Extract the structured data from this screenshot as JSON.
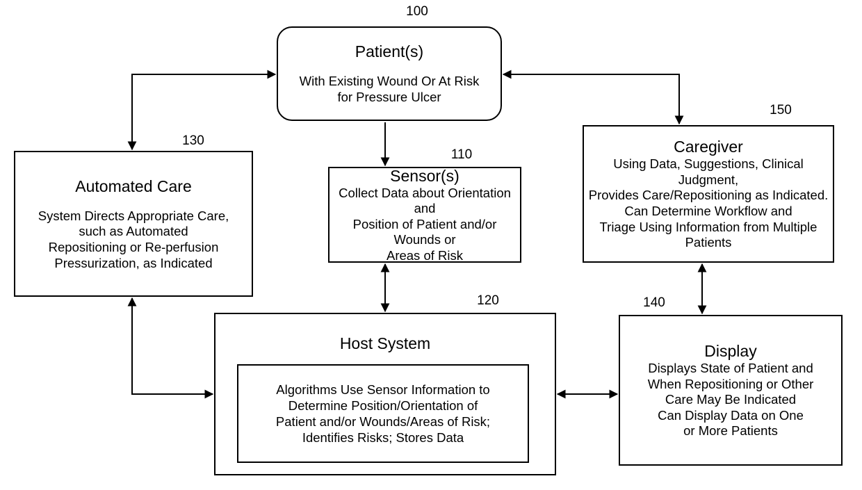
{
  "diagram": {
    "type": "patent-flow-diagram",
    "background_color": "#ffffff",
    "line_color": "#000000",
    "nodes": [
      {
        "ref": "100",
        "name": "patient",
        "title": "Patient(s)",
        "body": "With Existing Wound Or At Risk\nfor Pressure Ulcer",
        "shape": "rounded-rectangle"
      },
      {
        "ref": "110",
        "name": "sensor",
        "title": "Sensor(s)",
        "body": "Collect Data about Orientation and\nPosition of Patient and/or Wounds or\nAreas of Risk",
        "shape": "rectangle"
      },
      {
        "ref": "120",
        "name": "host-system",
        "title": "Host System",
        "body": "",
        "shape": "rectangle",
        "inner": {
          "name": "algorithms",
          "body": "Algorithms Use Sensor Information to\nDetermine Position/Orientation of\nPatient and/or Wounds/Areas of Risk;\nIdentifies Risks; Stores Data"
        }
      },
      {
        "ref": "130",
        "name": "automated-care",
        "title": "Automated Care",
        "body": "System Directs Appropriate Care,\nsuch as Automated\nRepositioning or Re-perfusion\nPressurization, as Indicated",
        "shape": "rectangle"
      },
      {
        "ref": "140",
        "name": "display",
        "title": "Display",
        "body": "Displays  State of Patient and\nWhen Repositioning or Other\nCare May Be Indicated\nCan Display Data on One\nor More Patients",
        "shape": "rectangle"
      },
      {
        "ref": "150",
        "name": "caregiver",
        "title": "Caregiver",
        "body": "Using Data, Suggestions, Clinical Judgment,\nProvides Care/Repositioning as Indicated.\nCan Determine Workflow and\nTriage Using Information from Multiple\nPatients",
        "shape": "rectangle"
      }
    ],
    "connectors": [
      {
        "name": "automated-care-to-patient",
        "from": "130",
        "to": "100",
        "style": "elbow",
        "arrows": "both-ends-single"
      },
      {
        "name": "patient-to-sensor",
        "from": "100",
        "to": "110",
        "style": "straight-vertical",
        "arrows": "single"
      },
      {
        "name": "patient-to-caregiver",
        "from": "100",
        "to": "150",
        "style": "elbow",
        "arrows": "both-ends-single"
      },
      {
        "name": "sensor-to-host",
        "from": "110",
        "to": "120",
        "style": "straight-vertical",
        "arrows": "double"
      },
      {
        "name": "host-to-automated-care",
        "from": "120",
        "to": "130",
        "style": "elbow",
        "arrows": "double"
      },
      {
        "name": "host-to-display",
        "from": "120",
        "to": "140",
        "style": "straight-horizontal",
        "arrows": "double"
      },
      {
        "name": "caregiver-to-display",
        "from": "150",
        "to": "140",
        "style": "straight-vertical",
        "arrows": "double"
      }
    ]
  }
}
